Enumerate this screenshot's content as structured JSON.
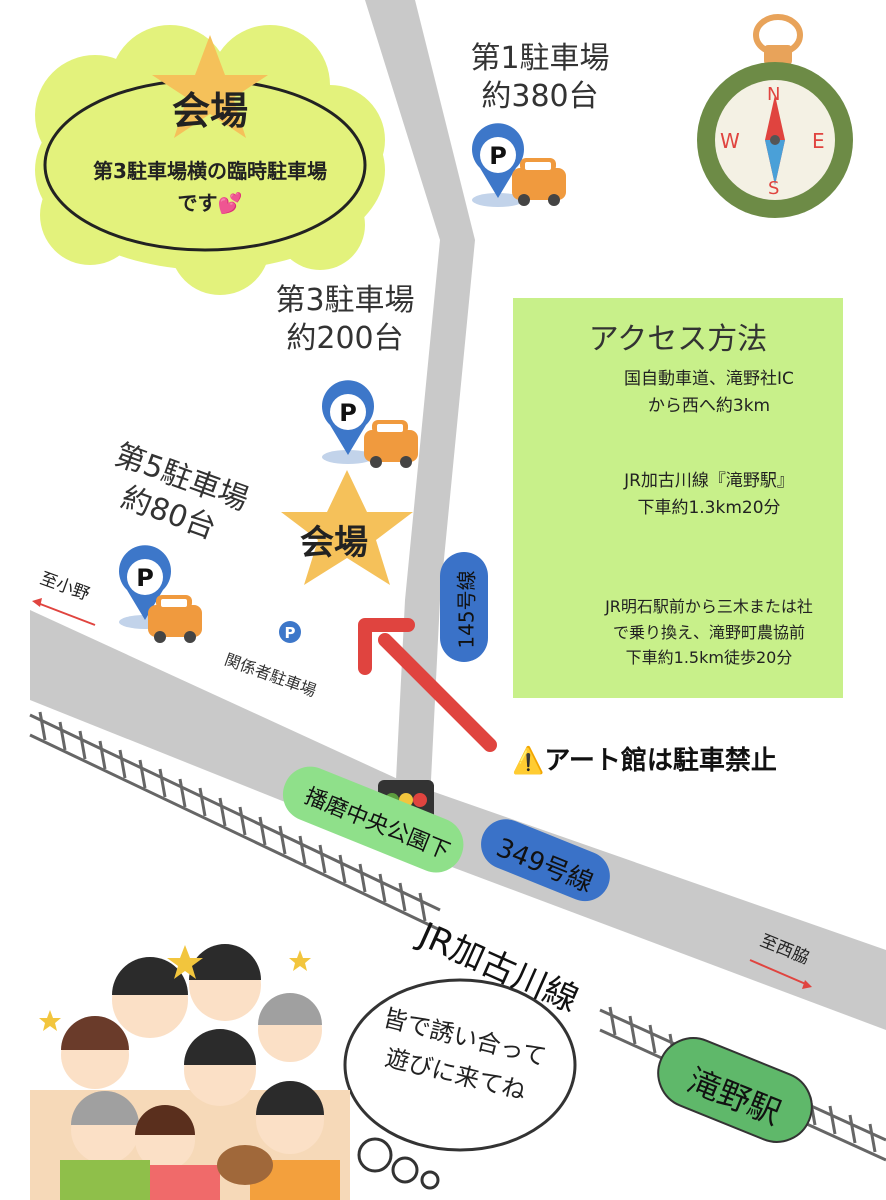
{
  "venue_callout": {
    "title": "会場",
    "description": "第3駐車場横の臨時駐車場\nです💕"
  },
  "parking": [
    {
      "id": "p1",
      "label": "第1駐車場\n約380台"
    },
    {
      "id": "p3",
      "label": "第3駐車場\n約200台"
    },
    {
      "id": "p5",
      "label": "第5駐車場\n約80台"
    },
    {
      "id": "staff",
      "label": "関係者駐車場"
    }
  ],
  "venue_marker": "会場",
  "roads": {
    "route_145": "145号線",
    "route_349": "349号線",
    "jr_line": "JR加古川線"
  },
  "places": {
    "to_ono": "至小野",
    "to_nishiwaki": "至西脇",
    "harima_park": "播磨中央公園下",
    "takino_station": "滝野駅"
  },
  "warning": {
    "icon": "⚠️",
    "text": "アート館は駐車禁止"
  },
  "access": {
    "title": "アクセス方法",
    "methods": [
      {
        "icon": "car-icon",
        "text": "国自動車道、滝野社IC\nから西へ約3km"
      },
      {
        "icon": "train-icon",
        "text": "JR加古川線『滝野駅』\n下車約1.3km20分"
      },
      {
        "icon": "bus-icon",
        "text": "JR明石駅前から三木または社\nで乗り換え、滝野町農協前\n下車約1.5km徒歩20分"
      }
    ]
  },
  "compass": {
    "n": "N",
    "s": "S",
    "e": "E",
    "w": "W"
  },
  "speech": "皆で誘い合って\n遊びに来てね",
  "colors": {
    "road": "#c9c9c9",
    "access_bg": "#c8f08a",
    "pin_blue": "#3d77c9",
    "car_orange": "#f09a3e",
    "star": "#f5c15a",
    "label_green": "#8fe08a",
    "label_blue": "#3a72c8",
    "station_green": "#5fb86a",
    "arrow_red": "#e0443f",
    "compass_green": "#6d8b46"
  }
}
